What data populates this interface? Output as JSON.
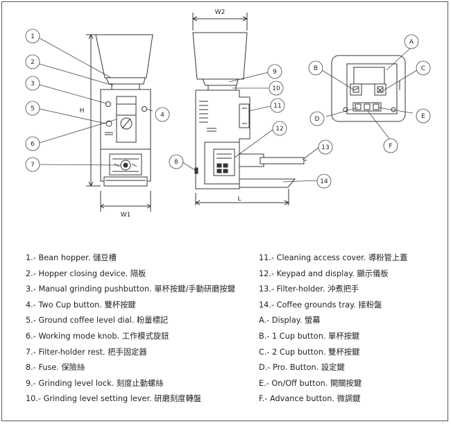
{
  "callouts": {
    "c1": "1",
    "c2": "2",
    "c3": "3",
    "c4": "4",
    "c5": "5",
    "c6": "6",
    "c7": "7",
    "c8": "8",
    "c9": "9",
    "c10": "10",
    "c11": "11",
    "c12": "12",
    "c13": "13",
    "c14": "14",
    "cA": "A",
    "cB": "B",
    "cC": "C",
    "cD": "D",
    "cE": "E",
    "cF": "F"
  },
  "dimensions": {
    "w1": "W1",
    "w2": "W2",
    "h": "H",
    "l": "L"
  },
  "legend_left": [
    "1.- Bean hopper. 儲豆槽",
    "2.- Hopper closing device. 隔板",
    "3.- Manual grinding pushbutton.  單杯按鍵/手動研磨按鍵",
    "4.- Two Cup button.  雙杯按鍵",
    "5.- Ground coffee level dial.  粉量標記",
    "6.- Working mode knob.  工作模式旋鈕",
    "7.- Filter-holder rest. 把手固定器",
    "8.- Fuse. 保險絲",
    "9.- Grinding level lock. 刻度止動螺絲",
    "10.- Grinding level setting lever. 研磨刻度轉盤"
  ],
  "legend_right": [
    "11.- Cleaning access cover. 導粉管上蓋",
    "12.- Keypad and display. 顯示儀板",
    "13.- Filter-holder. 沖煮把手",
    "14.- Coffee grounds tray. 接粉盤",
    "A.- Display. 螢幕",
    "B.- 1 Cup button. 單杯按鍵",
    "C.- 2 Cup button. 雙杯按鍵",
    "D.- Pro. Button. 設定鍵",
    "E.-  On/Off button. 開關按鍵",
    "F.- Advance button. 微調鍵"
  ]
}
